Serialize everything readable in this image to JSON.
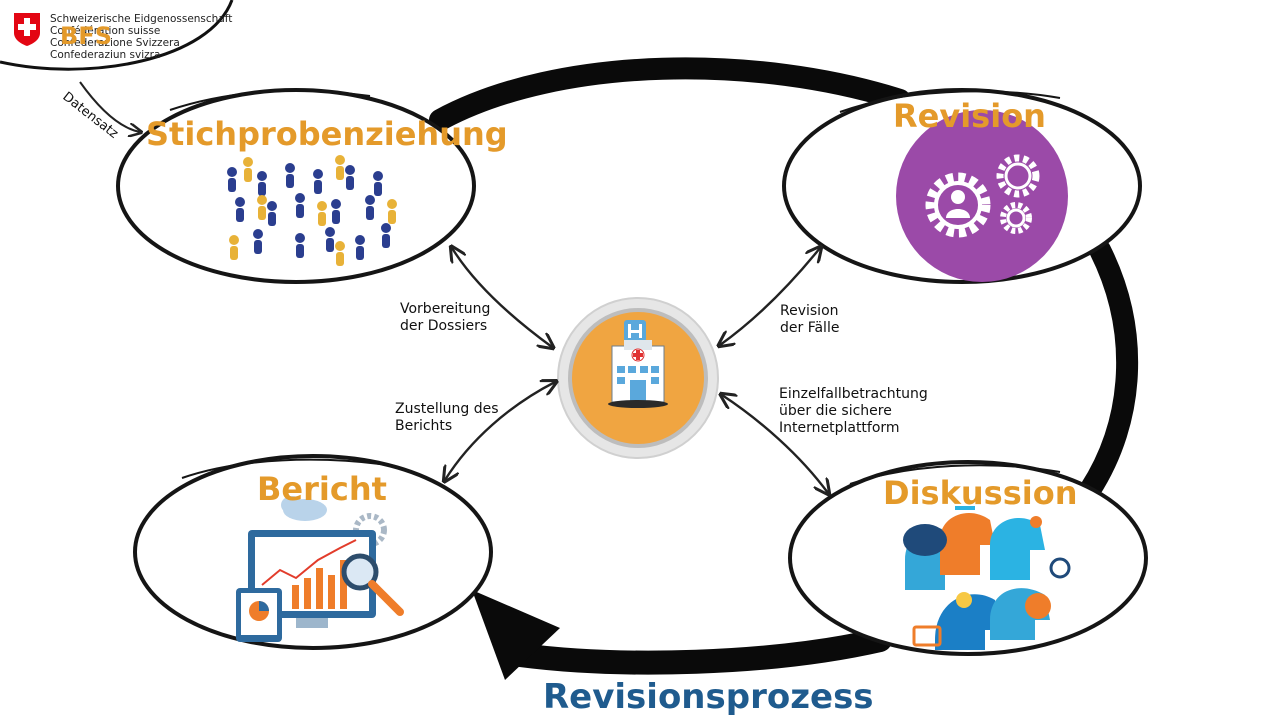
{
  "logo": {
    "lines": [
      "Schweizerische Eidgenossenschaft",
      "Confédération suisse",
      "Confederazione Svizzera",
      "Confederaziun svizra"
    ],
    "overlay": "BFS"
  },
  "edge_label": "Datensatz",
  "nodes": {
    "stichprobe": "Stichprobenziehung",
    "revision": "Revision",
    "bericht": "Bericht",
    "diskussion": "Diskussion"
  },
  "arrows": {
    "vorbereitung": [
      "Vorbereitung",
      "der Dossiers"
    ],
    "revision_faelle": [
      "Revision",
      "der Fälle"
    ],
    "zustellung": [
      "Zustellung des",
      "Berichts"
    ],
    "einzelfall": [
      "Einzelfallbetrachtung",
      "über die sichere",
      "Internetplattform"
    ]
  },
  "title": "Revisionsprozess",
  "colors": {
    "heading": "#e49a2a",
    "title": "#1f5b8e",
    "revision_circle": "#9b4aa8",
    "hospital_circle": "#f0a541"
  }
}
